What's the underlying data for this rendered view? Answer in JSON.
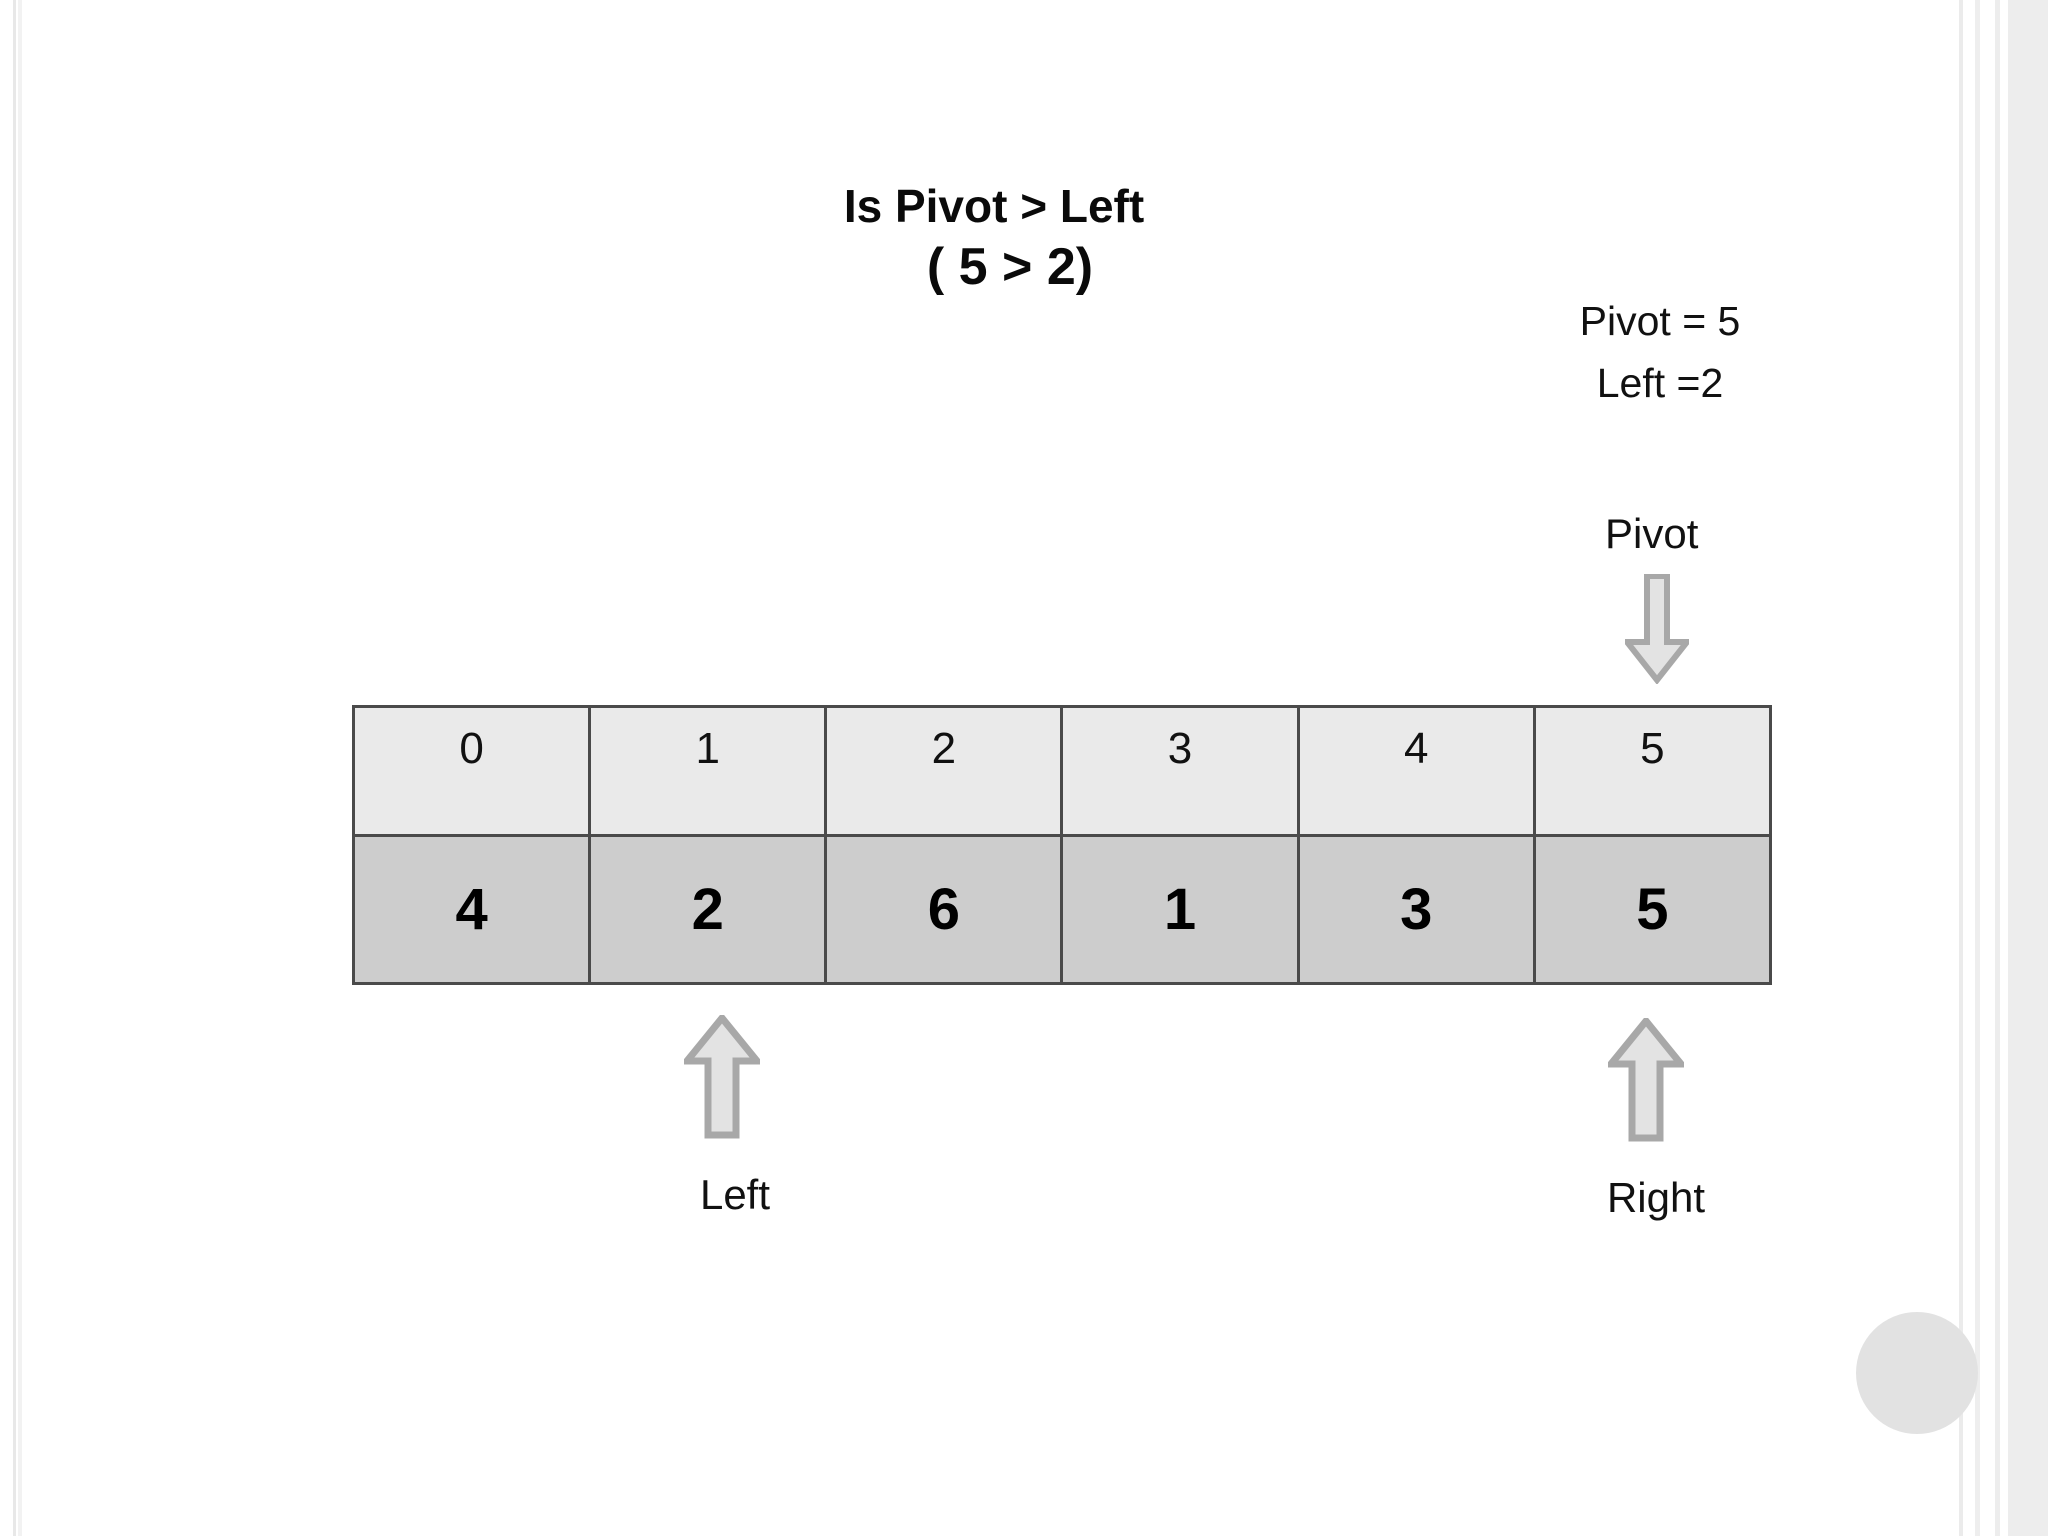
{
  "slide": {
    "title_line1": "Is Pivot > Left",
    "title_line2": "( 5 > 2)"
  },
  "legend": {
    "pivot_value": "Pivot = 5",
    "left_value": "Left =2"
  },
  "markers": {
    "pivot_label": "Pivot",
    "left_label": "Left",
    "right_label": "Right"
  },
  "array": {
    "indices": [
      "0",
      "1",
      "2",
      "3",
      "4",
      "5"
    ],
    "values": [
      "4",
      "2",
      "6",
      "1",
      "3",
      "5"
    ]
  },
  "colors": {
    "index_row_bg": "#eaeaea",
    "value_row_bg": "#cdcdcd",
    "cell_border": "#4a4a4a",
    "arrow_fill": "#e3e3e3",
    "arrow_stroke": "#a8a8a8",
    "text": "#111111",
    "page_bg": "#ffffff",
    "corner_circle": "#e2e2e2"
  }
}
